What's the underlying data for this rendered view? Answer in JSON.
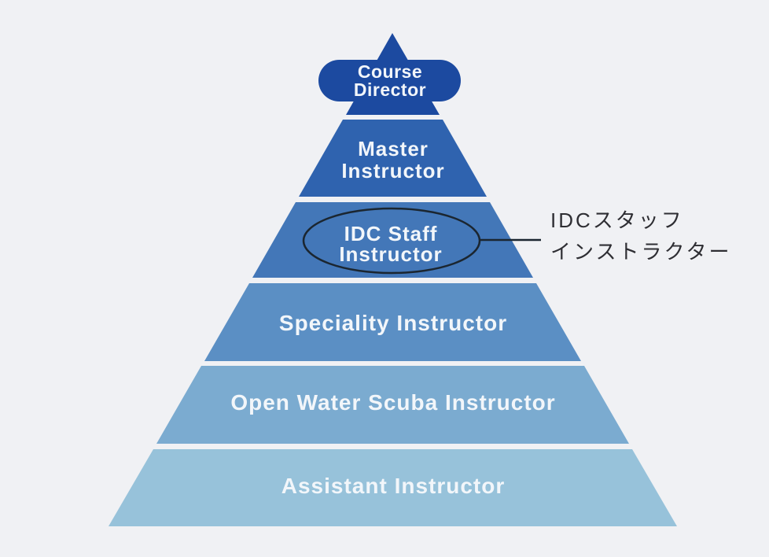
{
  "colors": {
    "background": "#f0f1f4",
    "label_text": "#f2f6fa",
    "annotation_text": "#2e2e33",
    "outline": "#1b2630"
  },
  "pyramid": {
    "tiers": [
      {
        "label_lines": [
          "Course",
          "Director"
        ],
        "color": "#1c4aa0"
      },
      {
        "label_lines": [
          "Master",
          "Instructor"
        ],
        "color": "#2f63af"
      },
      {
        "label_lines": [
          "IDC Staff",
          "Instructor"
        ],
        "color": "#4377b8",
        "circled": true
      },
      {
        "label_lines": [
          "Speciality Instructor"
        ],
        "color": "#5b8fc4"
      },
      {
        "label_lines": [
          "Open Water Scuba Instructor"
        ],
        "color": "#7babd0"
      },
      {
        "label_lines": [
          "Assistant Instructor"
        ],
        "color": "#97c2da"
      }
    ]
  },
  "annotation": {
    "lines": [
      "IDCスタッフ",
      "インストラクター"
    ]
  }
}
